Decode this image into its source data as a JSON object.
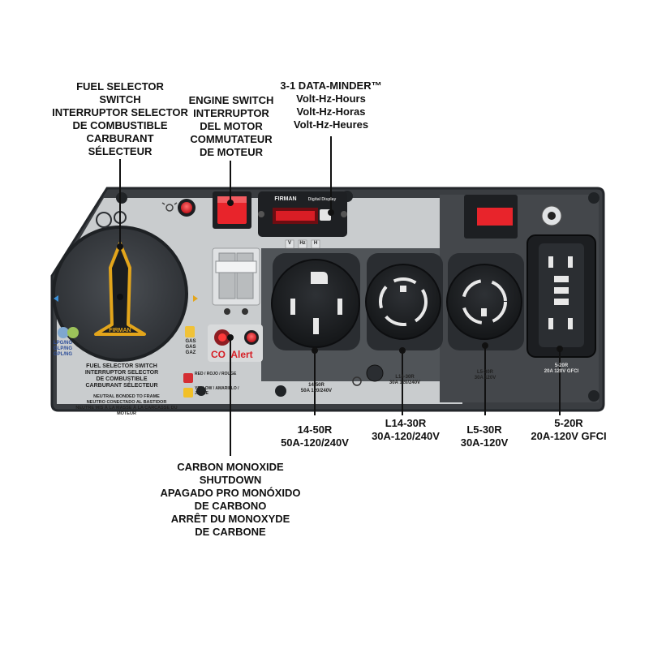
{
  "callouts": {
    "fuel_selector": "FUEL SELECTOR\nSWITCH\nINTERRUPTOR SELECTOR\nDE COMBUSTIBLE\nCARBURANT\nSÉLECTEUR",
    "engine_switch": "ENGINE SWITCH\nINTERRUPTOR\nDEL MOTOR\nCOMMUTATEUR\nDE MOTEUR",
    "data_minder": "3-1 DATA-MINDER™\nVolt-Hz-Hours\nVolt-Hz-Horas\nVolt-Hz-Heures",
    "r14_50": "14-50R\n50A-120/240V",
    "l14_30": "L14-30R\n30A-120/240V",
    "l5_30": "L5-30R\n30A-120V",
    "r5_20": "5-20R\n20A-120V GFCI",
    "co_shutdown": "CARBON MONOXIDE\nSHUTDOWN\nAPAGADO PRO MONÓXIDO\nDE CARBONO\nARRÊT DU MONOXYDE\nDE CARBONE"
  },
  "panel": {
    "fuel_label": "FUEL SELECTOR SWITCH\nINTERRUPTOR SELECTOR\nDE COMBUSTIBLE\nCARBURANT SÉLECTEUR",
    "neutral_label": "NEUTRAL BONDED TO FRAME\nNEUTRO CONECTADO AL BASTIDOR\nNEUTRE MIS À LA MASSE À LA CARCASSE DU MOTEUR",
    "lpg_label": "LPG/NG\nGLP/NG\nGPL/NG",
    "gas_label": "GAS\nGAS\nGAZ",
    "knob_brand": "FIRMAN",
    "co_brand_co": "CO",
    "co_brand_alert": "Alert",
    "meter_brand": "FIRMAN",
    "meter_sub": "Digital Display",
    "meter_btns": [
      "V",
      "Hz",
      "H"
    ],
    "red_label": "RED / ROJO / ROUGE",
    "yellow_label": "YELLOW / AMARILLO / JAUNE",
    "outlet_labels": [
      "14-50R\n50A 120/240V",
      "L14-30R\n30A 120/240V",
      "L5-30R\n30A 120V",
      "5-20R\n20A 120V GFCI"
    ]
  },
  "colors": {
    "panel": "#3a3d41",
    "panel_edge": "#23262a",
    "inset": "#c9ccce",
    "accent_orange": "#e3a51b",
    "switch_red": "#e8242b"
  }
}
